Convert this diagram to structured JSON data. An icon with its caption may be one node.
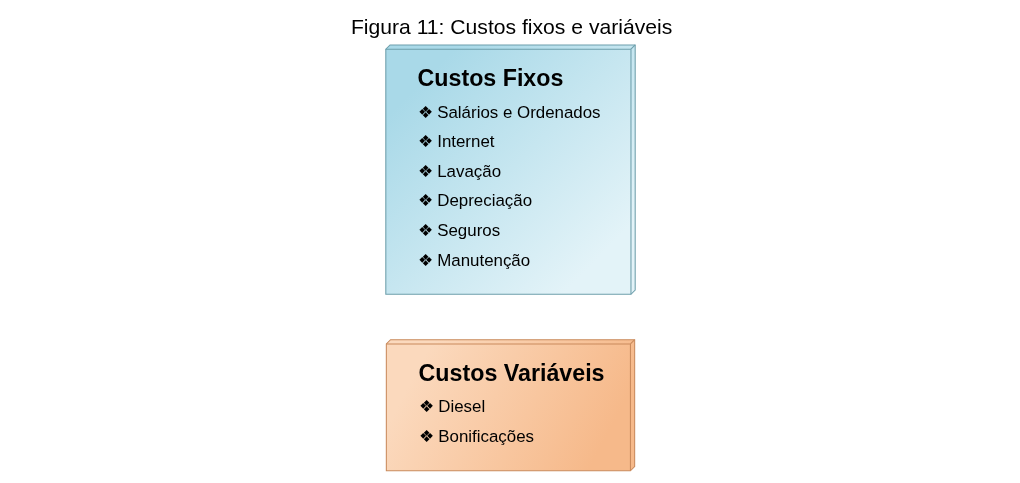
{
  "diagram": {
    "title": "Figura 11: Custos fixos e variáveis",
    "nodes": [
      {
        "text": [
          "Custos Variáveis",
          "❖ Diesel",
          "❖ Bonificações"
        ]
      },
      {
        "text": [
          "Custos Fixos",
          "❖ Salários e Ordenados",
          "❖ Internet",
          "❖ Lavação",
          "❖ Depreciação",
          "❖ Seguros",
          "❖ Manutenção"
        ]
      }
    ],
    "edges": []
  }
}
